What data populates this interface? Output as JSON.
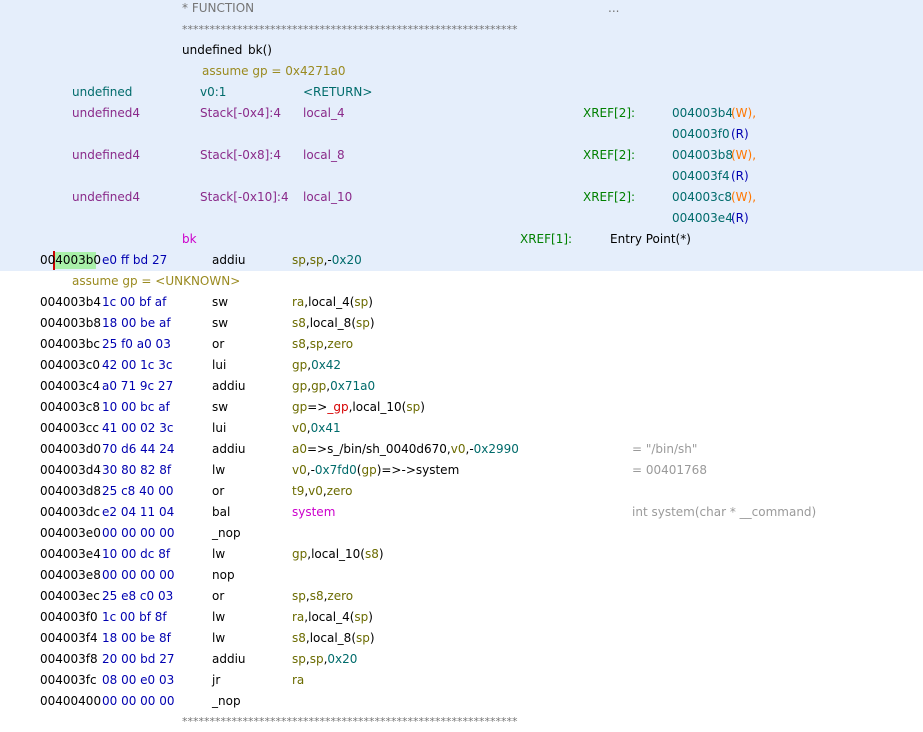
{
  "header": {
    "function_label": "* FUNCTION",
    "ellipsis": "...",
    "stars_top": "*************************************************************",
    "signature_type": "undefined",
    "signature_name": "bk()",
    "assume_gp": "assume gp = 0x4271a0"
  },
  "return_var": {
    "type": "undefined",
    "storage": "v0:1",
    "name": "<RETURN>"
  },
  "locals": [
    {
      "type": "undefined4",
      "storage": "Stack[-0x4]:4",
      "name": "local_4",
      "xref_label": "XREF[2]:",
      "xref1_addr": "004003b4",
      "xref1_kind": "(W),",
      "xref2_addr": "004003f0",
      "xref2_kind": "(R)"
    },
    {
      "type": "undefined4",
      "storage": "Stack[-0x8]:4",
      "name": "local_8",
      "xref_label": "XREF[2]:",
      "xref1_addr": "004003b8",
      "xref1_kind": "(W),",
      "xref2_addr": "004003f4",
      "xref2_kind": "(R)"
    },
    {
      "type": "undefined4",
      "storage": "Stack[-0x10]:4",
      "name": "local_10",
      "xref_label": "XREF[2]:",
      "xref1_addr": "004003c8",
      "xref1_kind": "(W),",
      "xref2_addr": "004003e4",
      "xref2_kind": "(R)"
    }
  ],
  "label": {
    "name": "bk",
    "xref_label": "XREF[1]:",
    "xref_target": "Entry Point(*)"
  },
  "assume_unknown": "assume gp = <UNKNOWN>",
  "instructions": [
    {
      "addr": "004003b0",
      "bytes": "e0 ff bd 27",
      "mnemonic": "addiu",
      "ops": [
        [
          "sp",
          "reg"
        ],
        [
          ",",
          "p"
        ],
        [
          "sp",
          "reg"
        ],
        [
          ",-",
          "p"
        ],
        [
          "0x20",
          "num"
        ]
      ],
      "comment": ""
    },
    {
      "addr": "004003b4",
      "bytes": "1c 00 bf af",
      "mnemonic": "sw",
      "ops": [
        [
          "ra",
          "reg"
        ],
        [
          ",",
          "p"
        ],
        [
          "local_4",
          "var"
        ],
        [
          "(",
          "p"
        ],
        [
          "sp",
          "reg"
        ],
        [
          ")",
          "p"
        ]
      ],
      "comment": ""
    },
    {
      "addr": "004003b8",
      "bytes": "18 00 be af",
      "mnemonic": "sw",
      "ops": [
        [
          "s8",
          "reg"
        ],
        [
          ",",
          "p"
        ],
        [
          "local_8",
          "var"
        ],
        [
          "(",
          "p"
        ],
        [
          "sp",
          "reg"
        ],
        [
          ")",
          "p"
        ]
      ],
      "comment": ""
    },
    {
      "addr": "004003bc",
      "bytes": "25 f0 a0 03",
      "mnemonic": "or",
      "ops": [
        [
          "s8",
          "reg"
        ],
        [
          ",",
          "p"
        ],
        [
          "sp",
          "reg"
        ],
        [
          ",",
          "p"
        ],
        [
          "zero",
          "reg"
        ]
      ],
      "comment": ""
    },
    {
      "addr": "004003c0",
      "bytes": "42 00 1c 3c",
      "mnemonic": "lui",
      "ops": [
        [
          "gp",
          "reg"
        ],
        [
          ",",
          "p"
        ],
        [
          "0x42",
          "num"
        ]
      ],
      "comment": ""
    },
    {
      "addr": "004003c4",
      "bytes": "a0 71 9c 27",
      "mnemonic": "addiu",
      "ops": [
        [
          "gp",
          "reg"
        ],
        [
          ",",
          "p"
        ],
        [
          "gp",
          "reg"
        ],
        [
          ",",
          "p"
        ],
        [
          "0x71a0",
          "num"
        ]
      ],
      "comment": ""
    },
    {
      "addr": "004003c8",
      "bytes": "10 00 bc af",
      "mnemonic": "sw",
      "ops": [
        [
          "gp",
          "reg"
        ],
        [
          "=>",
          "p"
        ],
        [
          "_gp",
          "red"
        ],
        [
          ",",
          "p"
        ],
        [
          "local_10",
          "var"
        ],
        [
          "(",
          "p"
        ],
        [
          "sp",
          "reg"
        ],
        [
          ")",
          "p"
        ]
      ],
      "comment": ""
    },
    {
      "addr": "004003cc",
      "bytes": "41 00 02 3c",
      "mnemonic": "lui",
      "ops": [
        [
          "v0",
          "reg"
        ],
        [
          ",",
          "p"
        ],
        [
          "0x41",
          "num"
        ]
      ],
      "comment": ""
    },
    {
      "addr": "004003d0",
      "bytes": "70 d6 44 24",
      "mnemonic": "addiu",
      "ops": [
        [
          "a0",
          "reg"
        ],
        [
          "=>s_/bin/sh_0040d670",
          "var"
        ],
        [
          ",",
          "p"
        ],
        [
          "v0",
          "reg"
        ],
        [
          ",-",
          "p"
        ],
        [
          "0x2990",
          "num"
        ]
      ],
      "comment": "= \"/bin/sh\""
    },
    {
      "addr": "004003d4",
      "bytes": "30 80 82 8f",
      "mnemonic": "lw",
      "ops": [
        [
          "v0",
          "reg"
        ],
        [
          ",-",
          "p"
        ],
        [
          "0x7fd0",
          "num"
        ],
        [
          "(",
          "p"
        ],
        [
          "gp",
          "reg"
        ],
        [
          ")",
          "p"
        ],
        [
          "=>->system",
          "var"
        ]
      ],
      "comment": "= 00401768"
    },
    {
      "addr": "004003d8",
      "bytes": "25 c8 40 00",
      "mnemonic": "or",
      "ops": [
        [
          "t9",
          "reg"
        ],
        [
          ",",
          "p"
        ],
        [
          "v0",
          "reg"
        ],
        [
          ",",
          "p"
        ],
        [
          "zero",
          "reg"
        ]
      ],
      "comment": ""
    },
    {
      "addr": "004003dc",
      "bytes": "e2 04 11 04",
      "mnemonic": "bal",
      "ops": [
        [
          "system",
          "func"
        ]
      ],
      "comment": "int system(char * __command)"
    },
    {
      "addr": "004003e0",
      "bytes": "00 00 00 00",
      "mnemonic": "_nop",
      "ops": [],
      "comment": ""
    },
    {
      "addr": "004003e4",
      "bytes": "10 00 dc 8f",
      "mnemonic": "lw",
      "ops": [
        [
          "gp",
          "reg"
        ],
        [
          ",",
          "p"
        ],
        [
          "local_10",
          "var"
        ],
        [
          "(",
          "p"
        ],
        [
          "s8",
          "reg"
        ],
        [
          ")",
          "p"
        ]
      ],
      "comment": ""
    },
    {
      "addr": "004003e8",
      "bytes": "00 00 00 00",
      "mnemonic": "nop",
      "ops": [],
      "comment": ""
    },
    {
      "addr": "004003ec",
      "bytes": "25 e8 c0 03",
      "mnemonic": "or",
      "ops": [
        [
          "sp",
          "reg"
        ],
        [
          ",",
          "p"
        ],
        [
          "s8",
          "reg"
        ],
        [
          ",",
          "p"
        ],
        [
          "zero",
          "reg"
        ]
      ],
      "comment": ""
    },
    {
      "addr": "004003f0",
      "bytes": "1c 00 bf 8f",
      "mnemonic": "lw",
      "ops": [
        [
          "ra",
          "reg"
        ],
        [
          ",",
          "p"
        ],
        [
          "local_4",
          "var"
        ],
        [
          "(",
          "p"
        ],
        [
          "sp",
          "reg"
        ],
        [
          ")",
          "p"
        ]
      ],
      "comment": ""
    },
    {
      "addr": "004003f4",
      "bytes": "18 00 be 8f",
      "mnemonic": "lw",
      "ops": [
        [
          "s8",
          "reg"
        ],
        [
          ",",
          "p"
        ],
        [
          "local_8",
          "var"
        ],
        [
          "(",
          "p"
        ],
        [
          "sp",
          "reg"
        ],
        [
          ")",
          "p"
        ]
      ],
      "comment": ""
    },
    {
      "addr": "004003f8",
      "bytes": "20 00 bd 27",
      "mnemonic": "addiu",
      "ops": [
        [
          "sp",
          "reg"
        ],
        [
          ",",
          "p"
        ],
        [
          "sp",
          "reg"
        ],
        [
          ",",
          "p"
        ],
        [
          "0x20",
          "num"
        ]
      ],
      "comment": ""
    },
    {
      "addr": "004003fc",
      "bytes": "08 00 e0 03",
      "mnemonic": "jr",
      "ops": [
        [
          "ra",
          "reg"
        ]
      ],
      "comment": ""
    },
    {
      "addr": "00400400",
      "bytes": "00 00 00 00",
      "mnemonic": "_nop",
      "ops": [],
      "comment": ""
    }
  ],
  "stars_bottom": "*************************************************************",
  "colors": {
    "highlight_band": "#e5eefb",
    "cursor_highlight": "#a9f0a9",
    "address": "#000000",
    "bytes": "#0000b0",
    "register": "#8a8a00",
    "number": "#006b6b",
    "variable": "#000000",
    "function": "#cc00cc",
    "xref_write": "#ff7700"
  }
}
